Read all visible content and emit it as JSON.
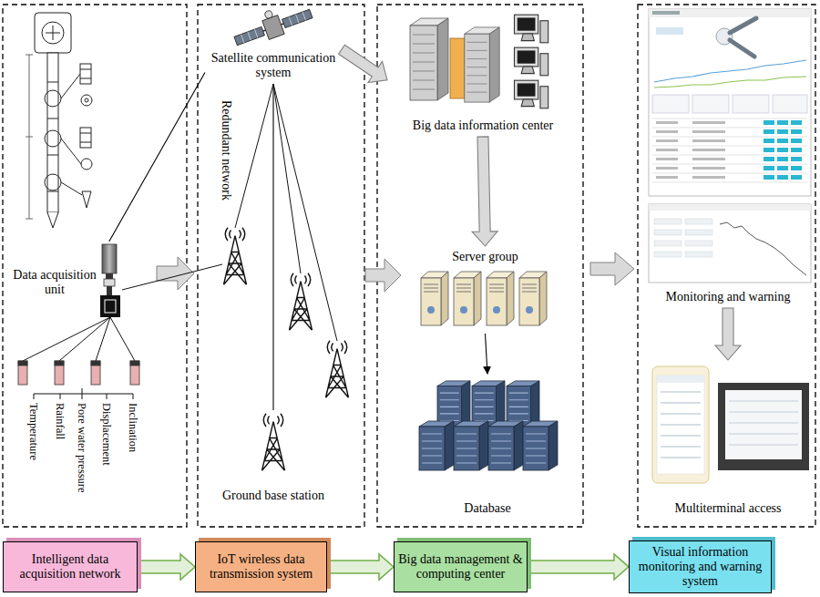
{
  "diagram": {
    "nodes": [
      {
        "text": [
          "Data acquisition unit"
        ]
      },
      {
        "text": [
          "Satellite communication system"
        ]
      },
      {
        "text": [
          "Ground base station"
        ]
      },
      {
        "text": [
          "Big data information center"
        ]
      },
      {
        "text": [
          "Server group"
        ]
      },
      {
        "text": [
          "Database"
        ]
      },
      {
        "text": [
          "Monitoring and warning"
        ]
      },
      {
        "text": [
          "Multiterminal access"
        ]
      },
      {
        "text": [
          "Intelligent data acquisition network"
        ]
      },
      {
        "text": [
          "IoT wireless data transmission system"
        ]
      },
      {
        "text": [
          "Big data management & computing center"
        ]
      },
      {
        "text": [
          "Visual information monitoring and warning system"
        ]
      }
    ],
    "edges": [
      {
        "from": 0,
        "to": 1,
        "arrow": "none"
      },
      {
        "from": 1,
        "to": 2,
        "arrow": "none"
      },
      {
        "from": 1,
        "to": 3,
        "arrow": "to"
      },
      {
        "from": 3,
        "to": 4,
        "arrow": "to"
      },
      {
        "from": 4,
        "to": 5,
        "arrow": "to"
      },
      {
        "from": 6,
        "to": 7,
        "arrow": "to"
      },
      {
        "from": 8,
        "to": 9,
        "arrow": "to"
      },
      {
        "from": 9,
        "to": 10,
        "arrow": "to"
      },
      {
        "from": 10,
        "to": 11,
        "arrow": "to"
      }
    ],
    "labels": [
      "Redundant network",
      "Temperature",
      "Rainfall",
      "Pore water pressure",
      "Displacement",
      "Inclination"
    ]
  }
}
